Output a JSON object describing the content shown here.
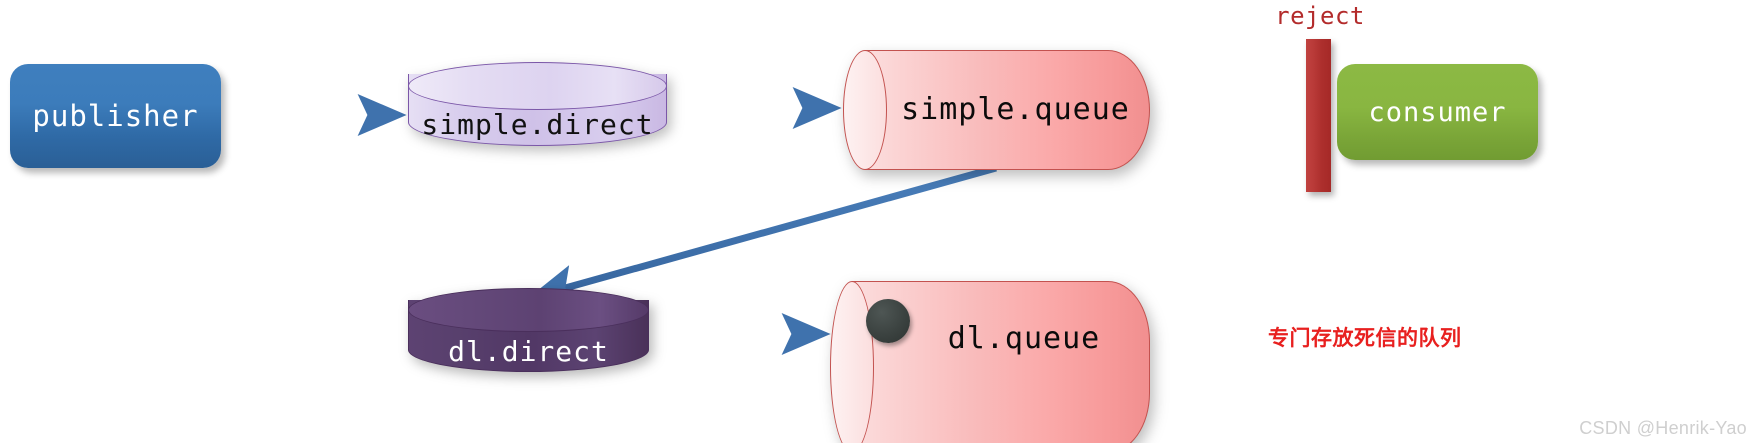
{
  "diagram": {
    "title_text": "",
    "nodes": {
      "publisher": {
        "label": "publisher",
        "shape": "rounded-rect",
        "color": "#3c7cbb",
        "text_color": "#ffffff"
      },
      "simple_direct": {
        "label": "simple.direct",
        "shape": "cylinder-vertical",
        "color": "#d4c8ec",
        "border_color": "#7b57a8",
        "text_color": "#111111"
      },
      "simple_queue": {
        "label": "simple.queue",
        "shape": "cylinder-horizontal",
        "color": "#f9bcbc",
        "border_color": "#c3524f",
        "text_color": "#0b0b0b"
      },
      "consumer": {
        "label": "consumer",
        "shape": "rounded-rect",
        "color": "#89b641",
        "text_color": "#ffffff"
      },
      "dl_direct": {
        "label": "dl.direct",
        "shape": "cylinder-vertical",
        "color": "#543a68",
        "border_color": "#4a2f5c",
        "text_color": "#ffffff"
      },
      "dl_queue": {
        "label": "dl.queue",
        "shape": "cylinder-horizontal",
        "color": "#f9bcbc",
        "border_color": "#c3524f",
        "text_color": "#0b0b0b"
      }
    },
    "blocker": {
      "label": "reject",
      "color": "#b03230",
      "label_color": "#b32b2b"
    },
    "message_dot": {
      "name": "dead-letter-message",
      "color": "#3b4240"
    },
    "edges": [
      {
        "from": "publisher",
        "to": "simple.direct",
        "label": ""
      },
      {
        "from": "simple.direct",
        "to": "simple.queue",
        "label": ""
      },
      {
        "from": "simple.queue",
        "to": "consumer",
        "label": "reject"
      },
      {
        "from": "simple.queue",
        "to": "dl.direct",
        "label": ""
      },
      {
        "from": "dl.direct",
        "to": "dl.queue",
        "label": ""
      }
    ],
    "arrow_color": "#3f72ad",
    "annotations": {
      "dl_queue_note": "专门存放死信的队列",
      "dl_queue_note_color": "#e8201f"
    },
    "watermark": "CSDN @Henrik-Yao"
  }
}
